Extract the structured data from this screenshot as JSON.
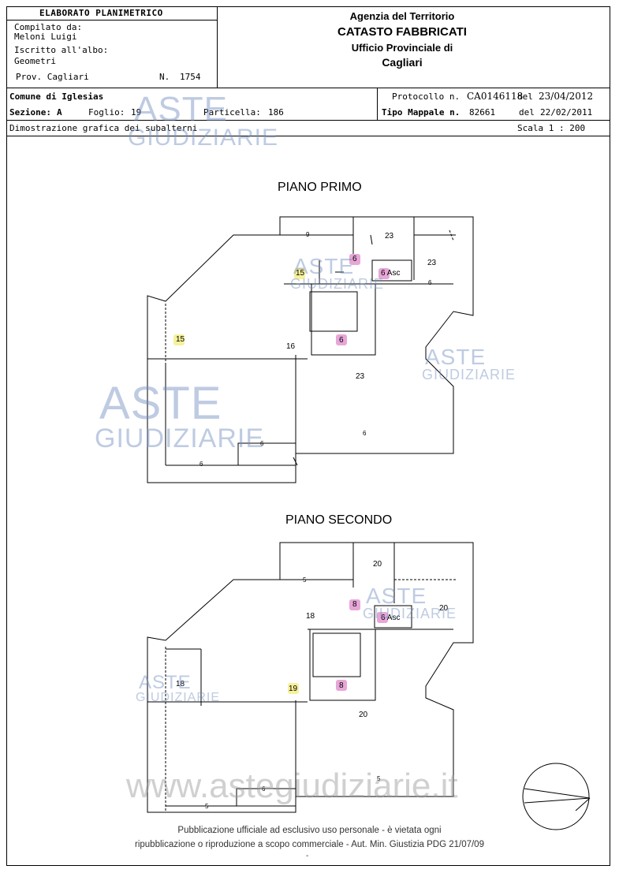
{
  "header": {
    "box_title": "ELABORATO PLANIMETRICO",
    "compiled_by_label": "Compilato da:",
    "compiled_by": "Meloni Luigi",
    "register_label": "Iscritto all'albo:",
    "register": "Geometri",
    "province": "Prov. Cagliari",
    "number_label": "N.",
    "number": "1754",
    "agency": "Agenzia del Territorio",
    "cadastre": "CATASTO FABBRICATI",
    "office": "Ufficio Provinciale di",
    "city": "Cagliari"
  },
  "info": {
    "municipality": "Comune di Iglesias",
    "protocol_label": "Protocollo n.",
    "protocol": "CA0146118",
    "protocol_date_label": "del",
    "protocol_date": "23/04/2012",
    "section_label": "Sezione:",
    "section": "A",
    "sheet_label": "Foglio:",
    "sheet": "19",
    "parcel_label": "Particella:",
    "parcel": "186",
    "map_type_label": "Tipo Mappale n.",
    "map_type": "82661",
    "map_date_label": "del",
    "map_date": "22/02/2011",
    "description": "Dimostrazione grafica dei subalterni",
    "scale": "Scala 1 : 200"
  },
  "plans": {
    "first_title": "PIANO PRIMO",
    "second_title": "PIANO SECONDO",
    "first_labels": {
      "l9": "9",
      "l23a": "23",
      "l23b": "23",
      "l6a": "6",
      "l6asc": "6 Asc",
      "l15a": "15",
      "l6b": "6",
      "l15b": "15",
      "l16": "16",
      "l6c": "6",
      "l23c": "23",
      "l6d": "6",
      "l6e": "6",
      "l6f": "6"
    },
    "second_labels": {
      "l20a": "20",
      "l5": "5",
      "l8a": "8",
      "l18a": "18",
      "l6asc": "6 Asc",
      "l20b": "20",
      "l18b": "18",
      "l19": "19",
      "l8b": "8",
      "l20c": "20",
      "l5b": "5",
      "l6": "6",
      "l5c": "5"
    }
  },
  "watermarks": {
    "brand_top": "ASTE",
    "brand_bottom": "GIUDIZIARIE",
    "url": "www.astegiudiziarie.it"
  },
  "footer": {
    "line1": "Pubblicazione ufficiale ad esclusivo uso personale - è vietata ogni",
    "line2": "ripubblicazione o riproduzione a scopo commerciale - Aut. Min. Giustizia PDG 21/07/09",
    "dash": "-"
  }
}
